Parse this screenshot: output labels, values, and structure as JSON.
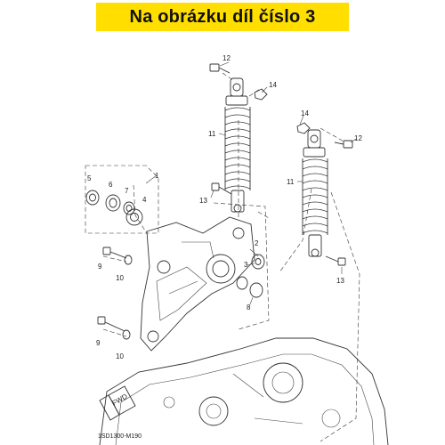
{
  "banner": {
    "text": "Na obrázku díl číslo 3"
  },
  "diagram": {
    "code": "1SD1300-M190",
    "fwd_label": "FWD",
    "callouts": {
      "c1": "1",
      "c2": "2",
      "c3": "3",
      "c4": "4",
      "c5": "5",
      "c6": "6",
      "c7": "7",
      "c8": "8",
      "c9a": "9",
      "c9b": "9",
      "c10a": "10",
      "c10b": "10",
      "c11a": "11",
      "c11b": "11",
      "c12a": "12",
      "c12b": "12",
      "c13a": "13",
      "c13b": "13",
      "c14a": "14",
      "c14b": "14"
    }
  }
}
